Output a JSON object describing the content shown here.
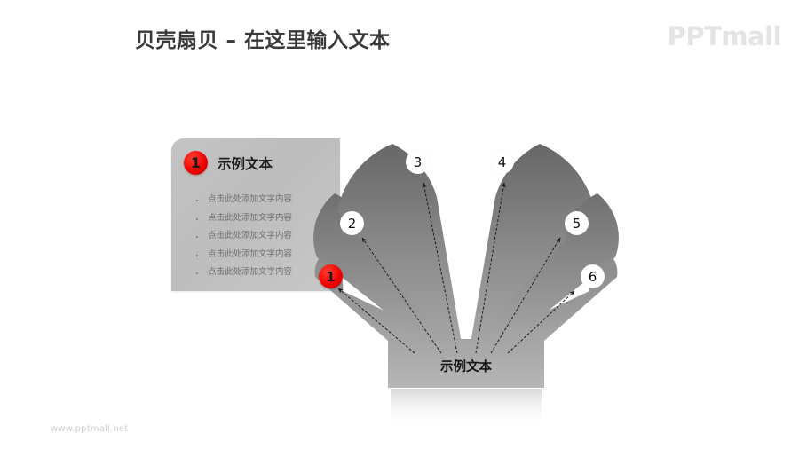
{
  "slide": {
    "title": "贝壳扇贝 – 在这里输入文本",
    "brand_logo": "PPTmall",
    "footer_url": "www.pptmall.net",
    "background_color": "#ffffff"
  },
  "info_panel": {
    "badge": "1",
    "badge_color": "#ee0000",
    "title": "示例文本",
    "bullets": [
      "点击此处添加文字内容",
      "点击此处添加文字内容",
      "点击此处添加文字内容",
      "点击此处添加文字内容",
      "点击此处添加文字内容"
    ]
  },
  "shell_diagram": {
    "base_label": "示例文本",
    "petal_fill_top": "#6b6b6b",
    "petal_fill_bottom": "#a6a6a6",
    "base_fill_top": "#a8a8a8",
    "base_fill_bottom": "#b4b4b4",
    "markers": [
      {
        "number": "1",
        "state": "active"
      },
      {
        "number": "2",
        "state": "plain"
      },
      {
        "number": "3",
        "state": "plain"
      },
      {
        "number": "4",
        "state": "plain"
      },
      {
        "number": "5",
        "state": "plain"
      },
      {
        "number": "6",
        "state": "plain"
      }
    ]
  }
}
